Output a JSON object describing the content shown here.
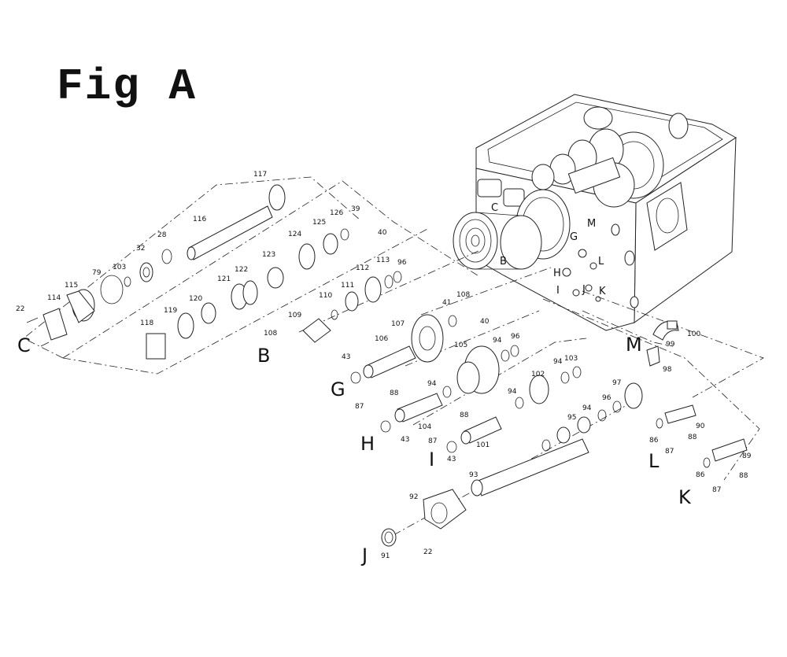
{
  "figure": {
    "title": "Fig A"
  },
  "group_labels": [
    "C",
    "B",
    "G",
    "H",
    "I",
    "J",
    "L",
    "K",
    "M"
  ],
  "housing_labels": [
    "C",
    "G",
    "M",
    "B",
    "L",
    "H",
    "I",
    "J",
    "K"
  ],
  "part_numbers": [
    "117",
    "116",
    "28",
    "32",
    "103",
    "79",
    "115",
    "114",
    "22",
    "118",
    "119",
    "120",
    "121",
    "122",
    "123",
    "124",
    "125",
    "126",
    "39",
    "40",
    "110",
    "109",
    "108",
    "111",
    "112",
    "113",
    "96",
    "41",
    "108",
    "40",
    "107",
    "106",
    "43",
    "105",
    "94",
    "96",
    "88",
    "87",
    "94",
    "102",
    "94",
    "103",
    "104",
    "43",
    "88",
    "87",
    "101",
    "43",
    "94",
    "95",
    "94",
    "96",
    "97",
    "93",
    "92",
    "91",
    "22",
    "90",
    "86",
    "88",
    "87",
    "89",
    "86",
    "88",
    "87",
    "99",
    "98",
    "100"
  ]
}
